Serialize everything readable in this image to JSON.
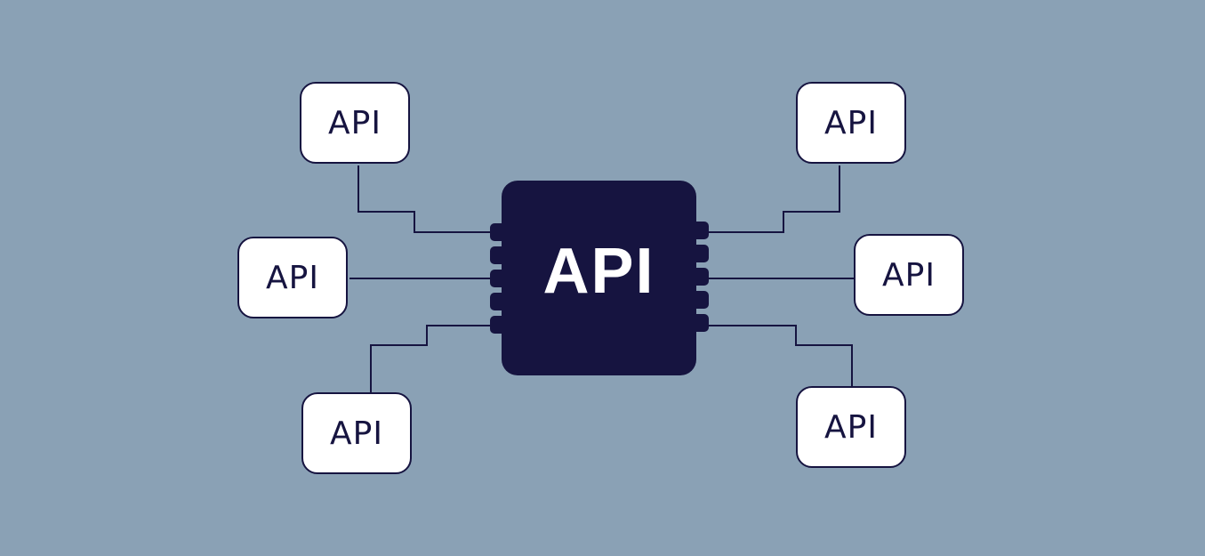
{
  "diagram": {
    "title": "API hub connecting to multiple APIs",
    "center": {
      "label": "API"
    },
    "nodes": [
      {
        "id": "top-left",
        "label": "API"
      },
      {
        "id": "middle-left",
        "label": "API"
      },
      {
        "id": "bottom-left",
        "label": "API"
      },
      {
        "id": "top-right",
        "label": "API"
      },
      {
        "id": "middle-right",
        "label": "API"
      },
      {
        "id": "bottom-right",
        "label": "API"
      }
    ],
    "colors": {
      "background": "#8aa1b5",
      "chip": "#161440",
      "node_fill": "#ffffff",
      "line": "#161440"
    }
  }
}
